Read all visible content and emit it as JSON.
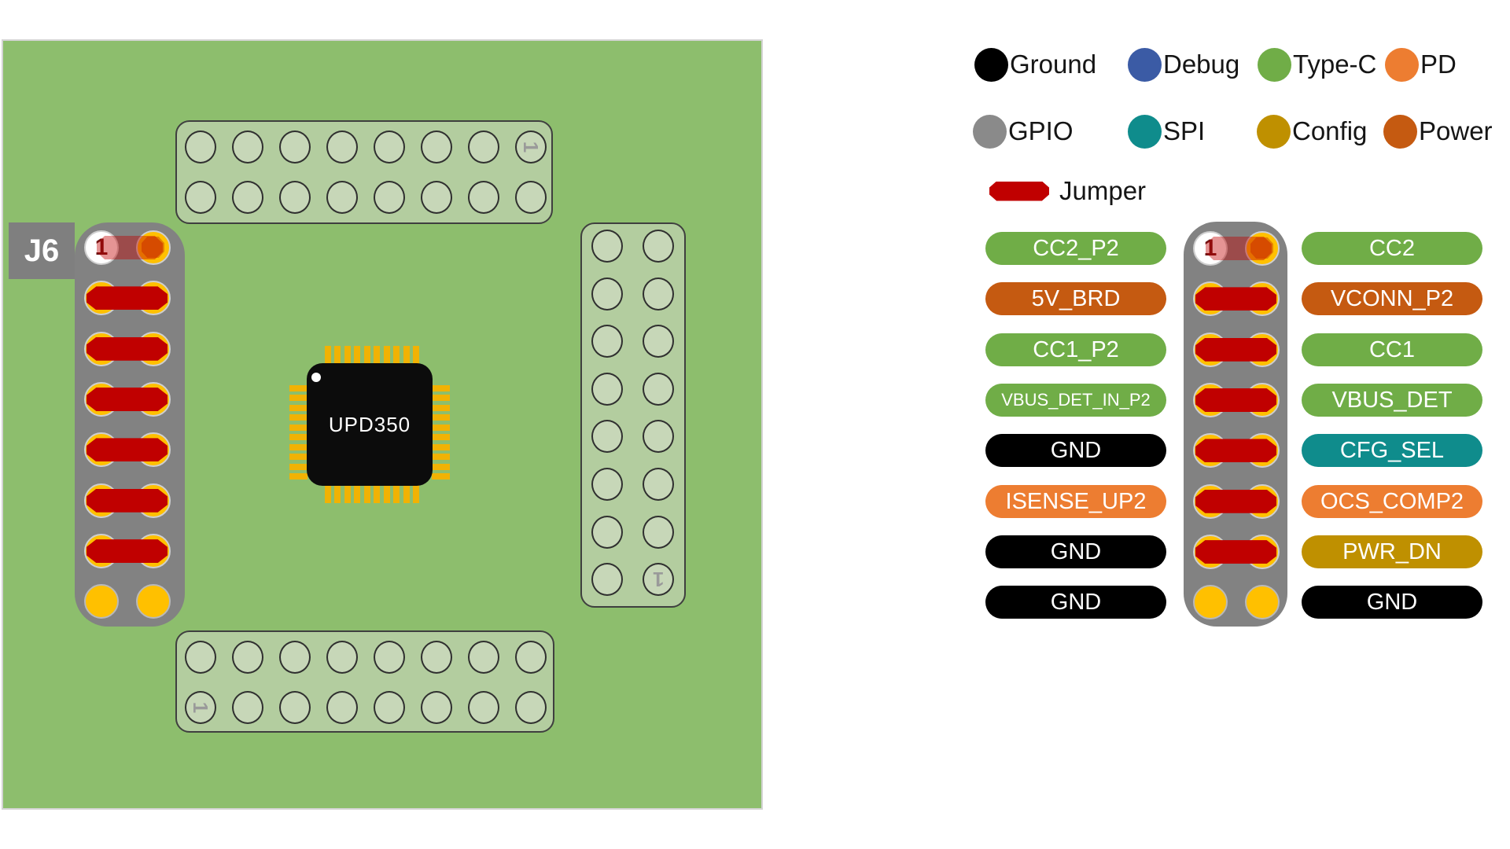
{
  "board": {
    "connector_label": "J6",
    "chip_label": "UPD350",
    "pin1_label": "1"
  },
  "colors": {
    "board_green": "#8DBE6D",
    "header_green": "#B3CD9F",
    "hole_green": "#C7D7B8",
    "connector_gray": "#828282",
    "pad_yellow": "#FFC000",
    "pad_orange": "#E58200",
    "jumper_red": "#C00000",
    "chip_black": "#0C0C0C",
    "pin_gold": "#F1B204"
  },
  "legend": {
    "items": [
      {
        "label": "Ground",
        "color": "#000000"
      },
      {
        "label": "Debug",
        "color": "#3B5BA5"
      },
      {
        "label": "Type-C",
        "color": "#70AD47"
      },
      {
        "label": "PD",
        "color": "#ED7D31"
      },
      {
        "label": "GPIO",
        "color": "#8A8A8A"
      },
      {
        "label": "SPI",
        "color": "#0F8C8C"
      },
      {
        "label": "Config",
        "color": "#BF9000"
      },
      {
        "label": "Power",
        "color": "#C55A11"
      }
    ],
    "jumper": {
      "label": "Jumper",
      "color": "#C00000"
    }
  },
  "pinout": {
    "pin1_label": "1",
    "left_labels": [
      {
        "label": "CC2_P2",
        "category": "Type-C",
        "color": "#70AD47"
      },
      {
        "label": "5V_BRD",
        "category": "Power",
        "color": "#C55A11"
      },
      {
        "label": "CC1_P2",
        "category": "Type-C",
        "color": "#70AD47"
      },
      {
        "label": "VBUS_DET_IN_P2",
        "category": "Type-C",
        "color": "#70AD47"
      },
      {
        "label": "GND",
        "category": "Ground",
        "color": "#000000"
      },
      {
        "label": "ISENSE_UP2",
        "category": "PD",
        "color": "#ED7D31"
      },
      {
        "label": "GND",
        "category": "Ground",
        "color": "#000000"
      },
      {
        "label": "GND",
        "category": "Ground",
        "color": "#000000"
      }
    ],
    "right_labels": [
      {
        "label": "CC2",
        "category": "Type-C",
        "color": "#70AD47"
      },
      {
        "label": "VCONN_P2",
        "category": "Power",
        "color": "#C55A11"
      },
      {
        "label": "CC1",
        "category": "Type-C",
        "color": "#70AD47"
      },
      {
        "label": "VBUS_DET",
        "category": "Type-C",
        "color": "#70AD47"
      },
      {
        "label": "CFG_SEL",
        "category": "SPI",
        "color": "#0F8C8C"
      },
      {
        "label": "OCS_COMP2",
        "category": "PD",
        "color": "#ED7D31"
      },
      {
        "label": "PWR_DN",
        "category": "Config",
        "color": "#BF9000"
      },
      {
        "label": "GND",
        "category": "Ground",
        "color": "#000000"
      }
    ]
  }
}
